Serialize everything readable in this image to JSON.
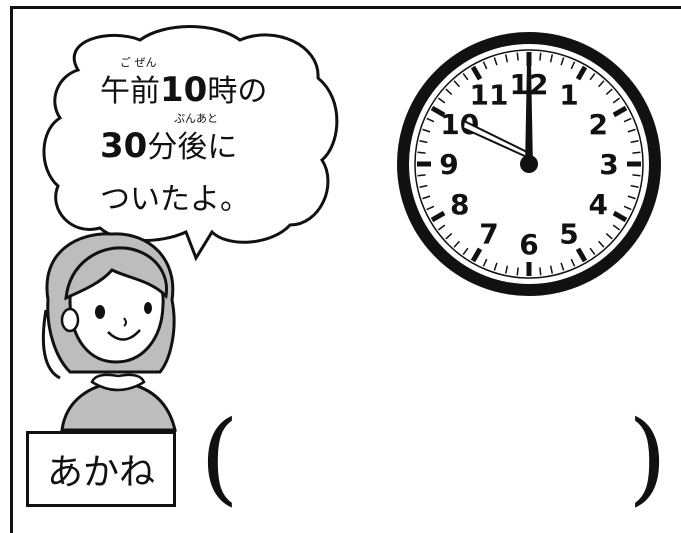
{
  "bubble": {
    "line1_pre": "午前",
    "line1_num": "10",
    "line1_post": "時の",
    "line2_num": "30",
    "line2_post": "分後に",
    "line3": "ついたよ。",
    "ruby_gozen": "ご ぜん",
    "ruby_fungo": "ぷんあと"
  },
  "clock": {
    "numbers": [
      "12",
      "1",
      "2",
      "3",
      "4",
      "5",
      "6",
      "7",
      "8",
      "9",
      "10",
      "11"
    ],
    "time_shown": "10:00"
  },
  "name_tag": {
    "label": "あかね"
  },
  "answer": {
    "open_paren": "(",
    "close_paren": ")"
  }
}
